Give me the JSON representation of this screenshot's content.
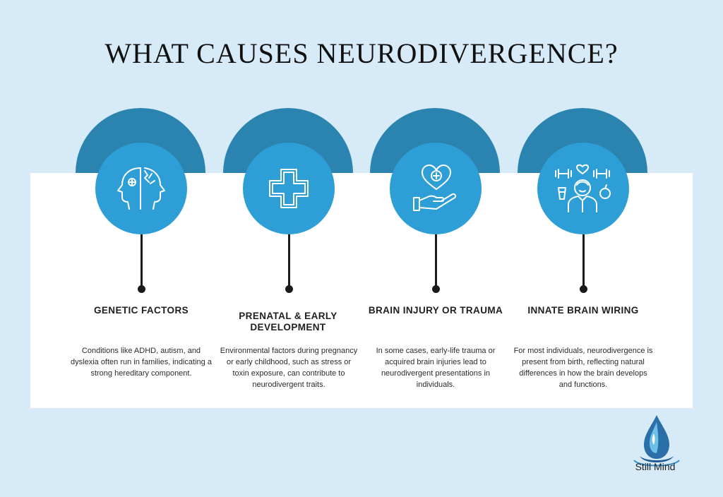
{
  "title": "WHAT CAUSES NEURODIVERGENCE?",
  "cards": [
    {
      "heading": "GENETIC FACTORS",
      "icon": "split-head-icon",
      "description": "Conditions like ADHD, autism, and dyslexia often run in families, indicating a strong hereditary component."
    },
    {
      "heading": "PRENATAL & EARLY DEVELOPMENT",
      "icon": "medical-cross-icon",
      "description": "Environmental factors during pregnancy or early childhood, such as stress or toxin exposure, can contribute to neurodivergent traits."
    },
    {
      "heading": "BRAIN INJURY OR TRAUMA",
      "icon": "heart-in-hand-icon",
      "description": "In some cases, early-life trauma or acquired brain injuries lead to neurodivergent presentations in individuals."
    },
    {
      "heading": "INNATE BRAIN WIRING",
      "icon": "healthy-person-icon",
      "description": "For most individuals, neurodivergence is present from birth, reflecting natural differences in how the brain develops and functions."
    }
  ],
  "brand": {
    "name": "Still Mind",
    "icon": "water-drop-logo-icon"
  },
  "colors": {
    "background": "#d6ebf7",
    "arc": "#2b84b0",
    "circle": "#2d9ed6"
  }
}
